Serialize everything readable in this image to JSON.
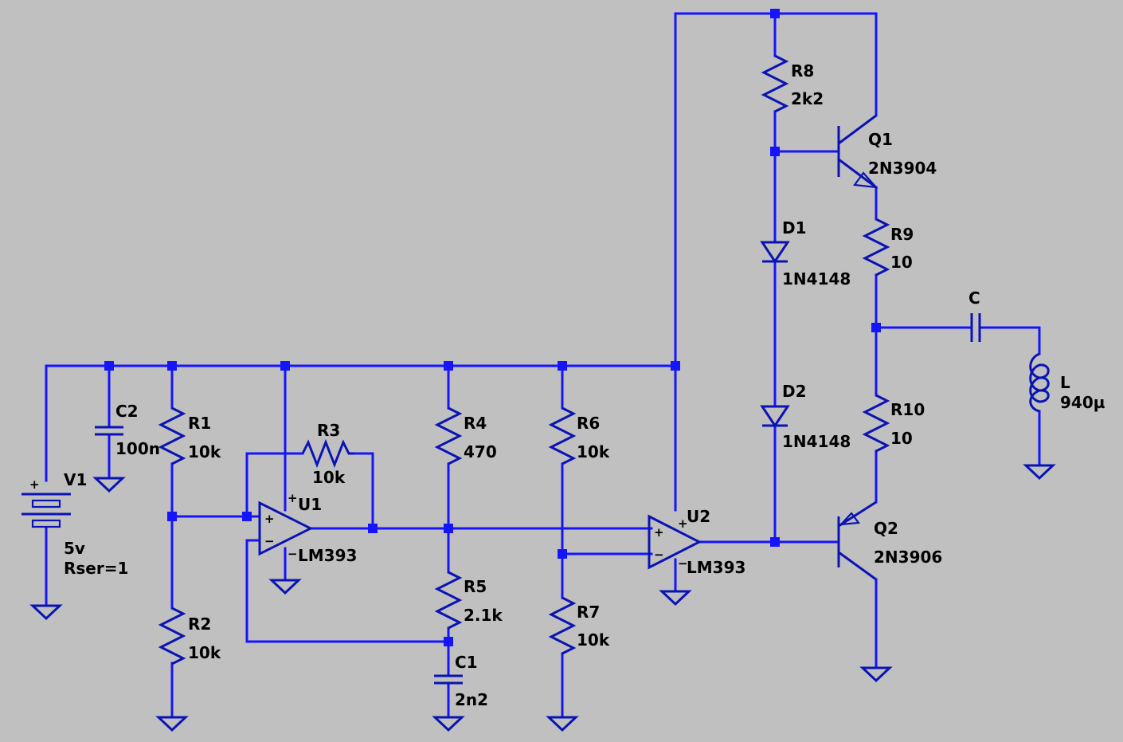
{
  "colors": {
    "background": "#c0c0c0",
    "wire": "#1414ff",
    "component": "#0a14b4",
    "text": "#000000"
  },
  "components": {
    "V1": {
      "name": "V1",
      "value": "5v",
      "extra": "Rser=1"
    },
    "C2": {
      "name": "C2",
      "value": "100n"
    },
    "R1": {
      "name": "R1",
      "value": "10k"
    },
    "R2": {
      "name": "R2",
      "value": "10k"
    },
    "R3": {
      "name": "R3",
      "value": "10k"
    },
    "U1": {
      "name": "U1",
      "value": "LM393"
    },
    "R4": {
      "name": "R4",
      "value": "470"
    },
    "R5": {
      "name": "R5",
      "value": "2.1k"
    },
    "C1": {
      "name": "C1",
      "value": "2n2"
    },
    "R6": {
      "name": "R6",
      "value": "10k"
    },
    "R7": {
      "name": "R7",
      "value": "10k"
    },
    "U2": {
      "name": "U2",
      "value": "LM393"
    },
    "R8": {
      "name": "R8",
      "value": "2k2"
    },
    "D1": {
      "name": "D1",
      "value": "1N4148"
    },
    "D2": {
      "name": "D2",
      "value": "1N4148"
    },
    "Q1": {
      "name": "Q1",
      "value": "2N3904"
    },
    "Q2": {
      "name": "Q2",
      "value": "2N3906"
    },
    "R9": {
      "name": "R9",
      "value": "10"
    },
    "R10": {
      "name": "R10",
      "value": "10"
    },
    "C": {
      "name": "C"
    },
    "L": {
      "name": "L",
      "value": "940µ"
    }
  },
  "pin_marks": {
    "plus": "+",
    "minus": "−"
  }
}
